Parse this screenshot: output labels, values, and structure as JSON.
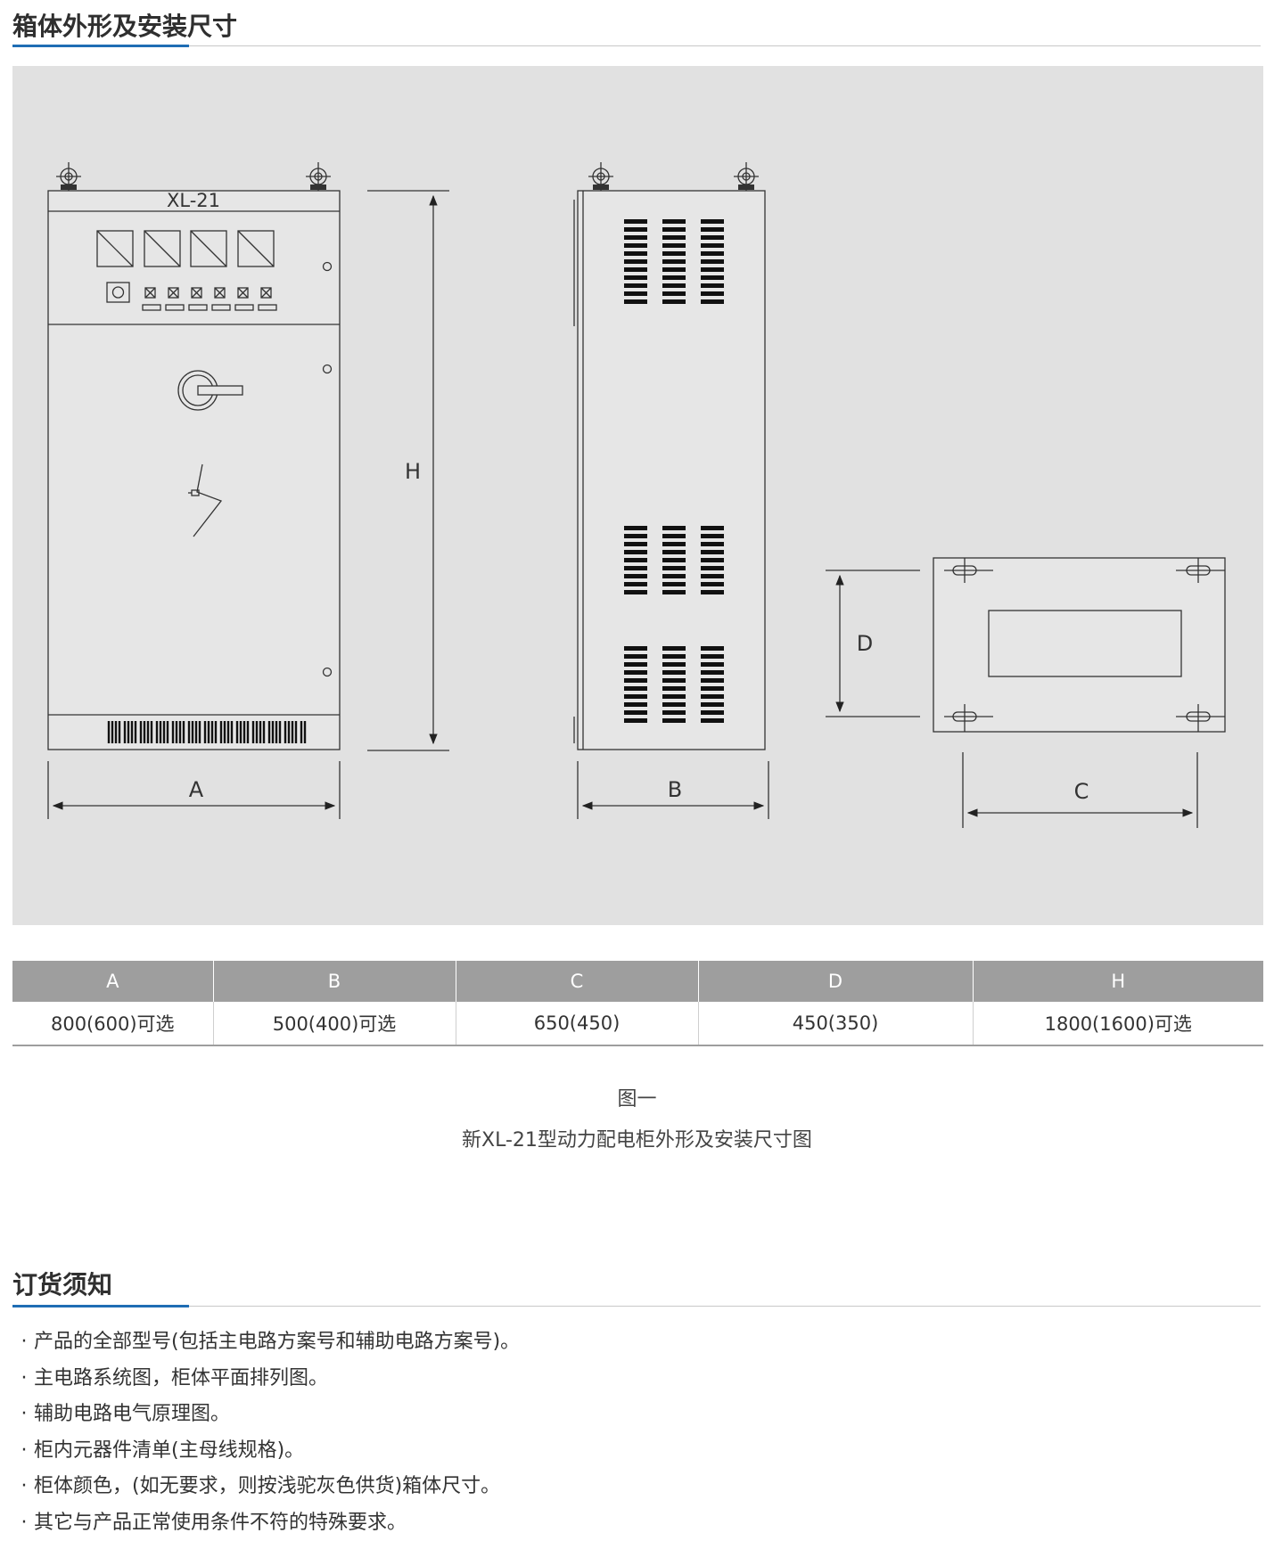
{
  "sections": {
    "dimensions_title": "箱体外形及安装尺寸",
    "ordering_title": "订货须知"
  },
  "colors": {
    "accent": "#1f6db4",
    "panel": "#e1e1e1",
    "table_header": "#9e9e9e"
  },
  "diagram": {
    "model_label": "XL-21",
    "labels": {
      "A": "A",
      "B": "B",
      "C": "C",
      "D": "D",
      "H": "H"
    }
  },
  "table": {
    "headers": [
      "A",
      "B",
      "C",
      "D",
      "H"
    ],
    "values": [
      "800(600)可选",
      "500(400)可选",
      "650(450)",
      "450(350)",
      "1800(1600)可选"
    ]
  },
  "caption": {
    "figure": "图一",
    "title": "新XL-21型动力配电柜外形及安装尺寸图"
  },
  "notes": [
    "产品的全部型号(包括主电路方案号和辅助电路方案号)。",
    "主电路系统图，柜体平面排列图。",
    "辅助电路电气原理图。",
    "柜内元器件清单(主母线规格)。",
    "柜体颜色，(如无要求，则按浅驼灰色供货)箱体尺寸。",
    "其它与产品正常使用条件不符的特殊要求。"
  ]
}
